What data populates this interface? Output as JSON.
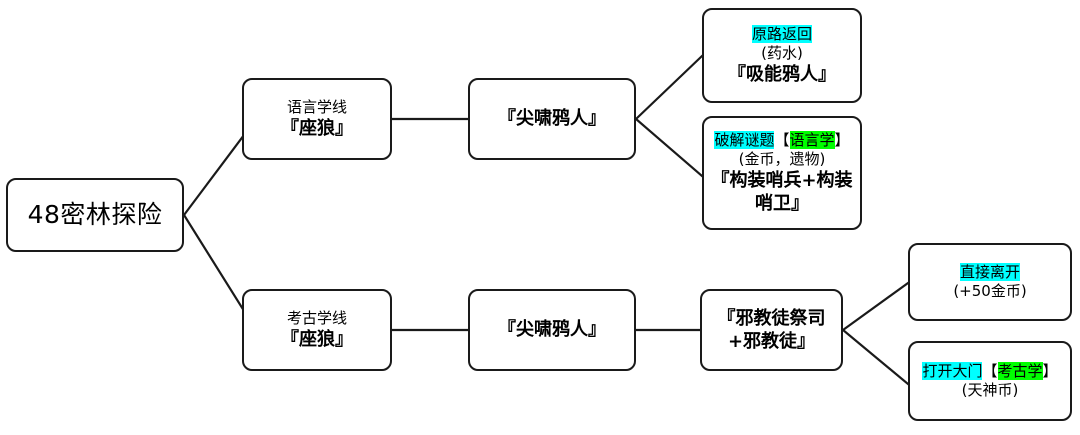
{
  "diagram": {
    "title": "48密林探险",
    "colors": {
      "highlight_option": "#00ffff",
      "highlight_skill": "#00ff00",
      "node_border": "#1a1a1a",
      "background": "#ffffff"
    },
    "root": {
      "label": "48密林探险"
    },
    "branches": {
      "language": {
        "path_label": "语言学线",
        "path_enemy": "『座狼』",
        "stage2_enemy": "『尖啸鸦人』",
        "outcomes": {
          "retreat": {
            "option": "原路返回",
            "reward": "(药水)",
            "enemy": "『吸能鸦人』"
          },
          "puzzle": {
            "option": "破解谜题",
            "bracket_open": "【",
            "skill": "语言学",
            "bracket_close": "】",
            "reward": "(金币，遗物)",
            "enemy": "『构装哨兵+构装哨卫』"
          }
        }
      },
      "archaeology": {
        "path_label": "考古学线",
        "path_enemy": "『座狼』",
        "stage2_enemy": "『尖啸鸦人』",
        "stage3_enemy": "『邪教徒祭司+邪教徒』",
        "outcomes": {
          "leave": {
            "option": "直接离开",
            "reward": "(+50金币)"
          },
          "open_gate": {
            "option": "打开大门",
            "bracket_open": "【",
            "skill": "考古学",
            "bracket_close": "】",
            "reward": "(天神币)"
          }
        }
      }
    }
  }
}
